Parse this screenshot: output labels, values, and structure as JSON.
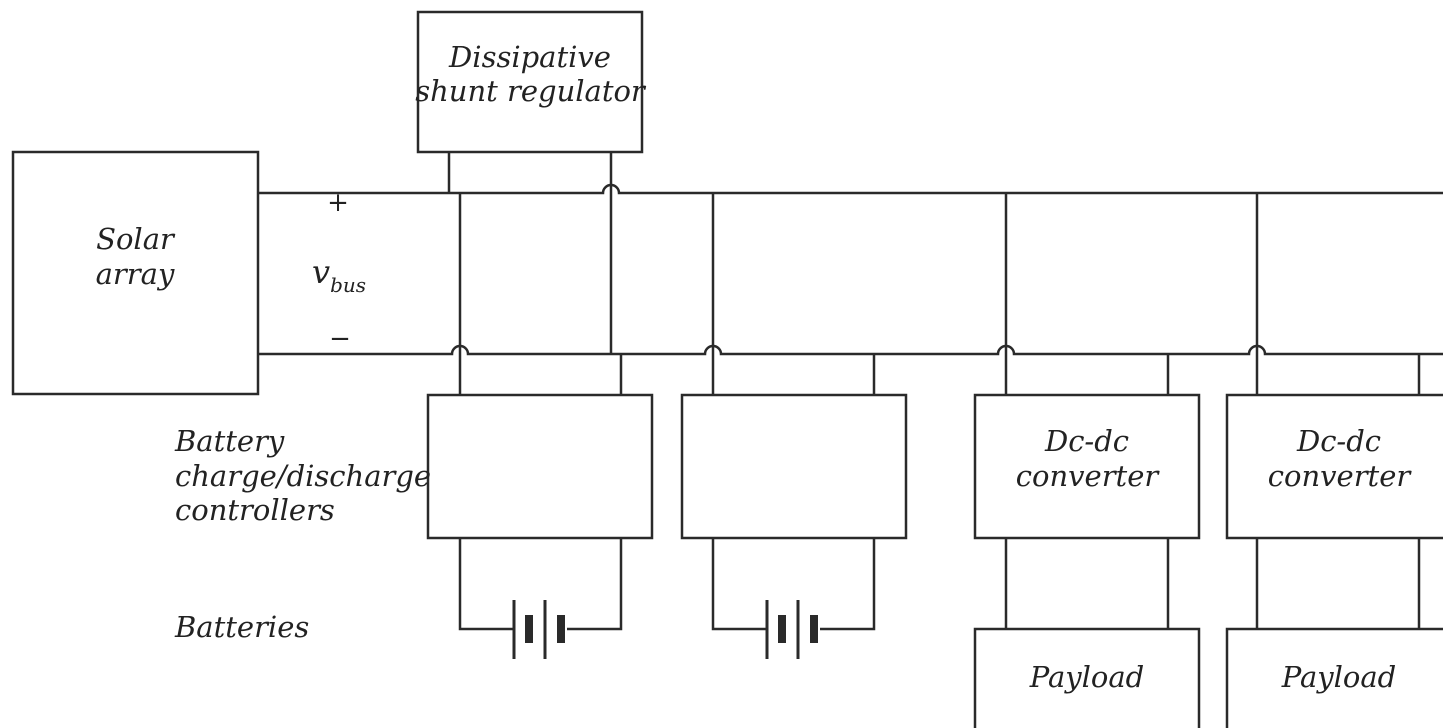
{
  "blocks": {
    "shunt_regulator": {
      "line1": "Dissipative",
      "line2": "shunt regulator"
    },
    "solar_array": {
      "line1": "Solar",
      "line2": "array"
    },
    "converter_1": {
      "line1": "Dc-dc",
      "line2": "converter"
    },
    "converter_2": {
      "line1": "Dc-dc",
      "line2": "converter"
    },
    "payload_1": {
      "label": "Payload"
    },
    "payload_2": {
      "label": "Payload"
    }
  },
  "bus": {
    "plus": "+",
    "minus": "−",
    "v": "v",
    "sub": "bus"
  },
  "labels": {
    "controllers_line1": "Battery",
    "controllers_line2": "charge/discharge",
    "controllers_line3": "controllers",
    "batteries": "Batteries"
  },
  "colors": {
    "line": "#2a2a2a",
    "text": "#222222",
    "background": "#ffffff"
  }
}
